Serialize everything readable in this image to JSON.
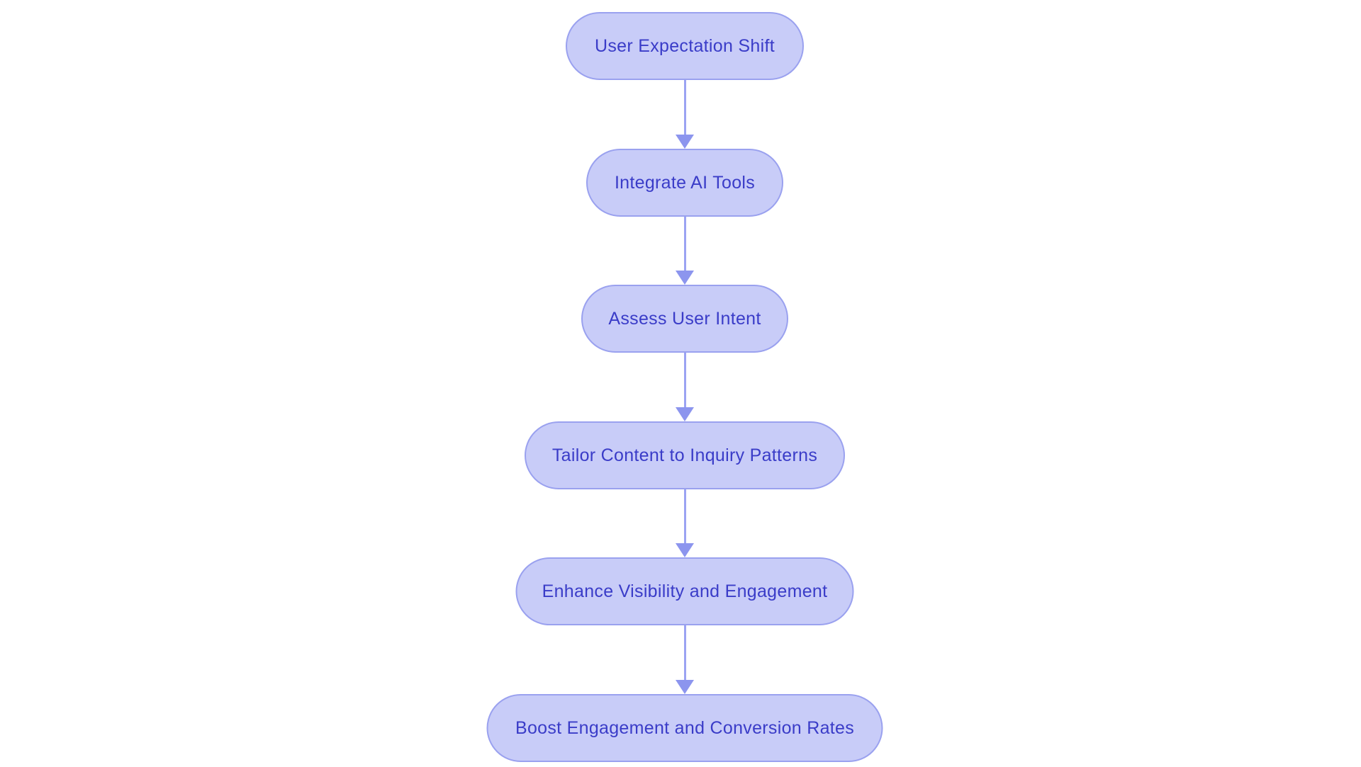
{
  "flowchart": {
    "nodes": [
      {
        "id": "node-1",
        "label": "User Expectation Shift"
      },
      {
        "id": "node-2",
        "label": "Integrate AI Tools"
      },
      {
        "id": "node-3",
        "label": "Assess User Intent"
      },
      {
        "id": "node-4",
        "label": "Tailor Content to Inquiry Patterns"
      },
      {
        "id": "node-5",
        "label": "Enhance Visibility and Engagement"
      },
      {
        "id": "node-6",
        "label": "Boost Engagement and Conversion Rates"
      }
    ],
    "connections": [
      {
        "from": "User Expectation Shift",
        "to": "Integrate AI Tools"
      },
      {
        "from": "Integrate AI Tools",
        "to": "Assess User Intent"
      },
      {
        "from": "Assess User Intent",
        "to": "Tailor Content to Inquiry Patterns"
      },
      {
        "from": "Tailor Content to Inquiry Patterns",
        "to": "Enhance Visibility and Engagement"
      },
      {
        "from": "Enhance Visibility and Engagement",
        "to": "Boost Engagement and Conversion Rates"
      }
    ],
    "direction": "top-to-bottom"
  },
  "colors": {
    "background": "#ffffff",
    "node_fill": "#c8ccf8",
    "node_border": "#9aa1ef",
    "node_text": "#3a3cc8",
    "arrow_line": "#9ba3f2",
    "arrow_head": "#8c95ee"
  }
}
